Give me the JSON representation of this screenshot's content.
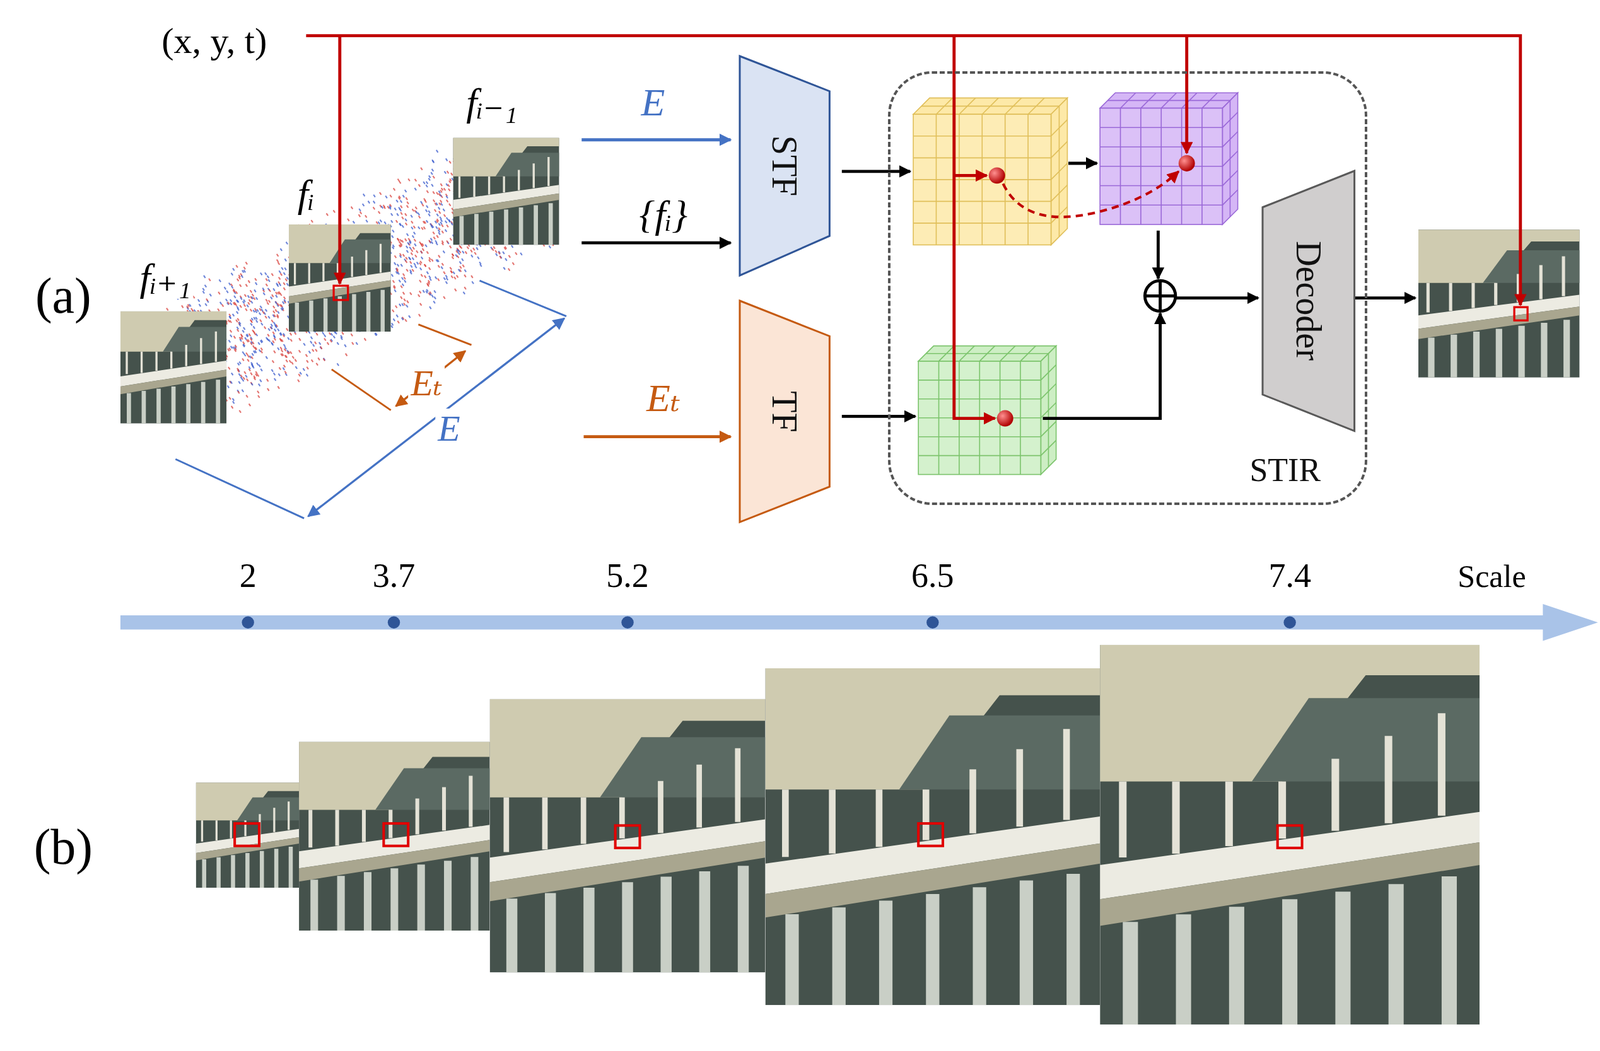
{
  "diagram": {
    "nodes": [
      {
        "text": [
          "STF"
        ]
      },
      {
        "text": [
          "TF"
        ]
      },
      {
        "text": [
          "STIR"
        ]
      },
      {
        "text": [
          "Decoder"
        ],
        "in": 2
      }
    ],
    "labels": [
      "(x, y, t)",
      "fᵢ₋₁",
      "fᵢ",
      "fᵢ₊₁",
      "(a)",
      "Eₜ",
      "E",
      "E",
      "{fᵢ}",
      "Eₜ",
      "2",
      "3.7",
      "5.2",
      "6.5",
      "7.4",
      "Scale",
      "(b)"
    ]
  }
}
